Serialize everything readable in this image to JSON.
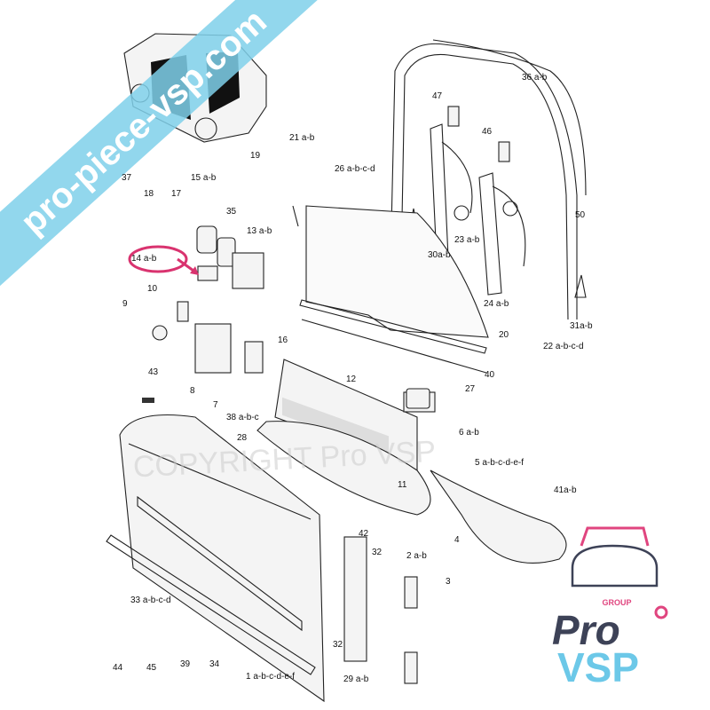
{
  "diagram": {
    "labels": [
      "37",
      "18",
      "17",
      "15 a-b",
      "35",
      "13 a-b",
      "14 a-b",
      "10",
      "9",
      "19",
      "21 a-b",
      "26 a-b-c-d",
      "47",
      "46",
      "36 a-b",
      "50",
      "23 a-b",
      "30a-b",
      "24 a-b",
      "31a-b",
      "22 a-b-c-d",
      "16",
      "20",
      "12",
      "40",
      "43",
      "8",
      "7",
      "38 a-b-c",
      "27",
      "28",
      "6 a-b",
      "5 a-b-c-d-e-f",
      "11",
      "41a-b",
      "42",
      "4",
      "32",
      "2 a-b",
      "3",
      "33 a-b-c-d",
      "32",
      "44",
      "45",
      "39",
      "34",
      "29 a-b",
      "1 a-b-c-d-e-f"
    ],
    "highlight_color": "#d9336f"
  },
  "watermark": {
    "banner_text": "pro-piece-vsp.com",
    "banner_color": "#7fd0ea",
    "copyright_text": "COPYRIGHT Pro VSP"
  },
  "logo": {
    "group": "GROUP",
    "pro": "Pro",
    "vsp": "VSP",
    "dark_color": "#3d4257",
    "pink_color": "#e0457f",
    "blue_color": "#6cc8e8"
  }
}
